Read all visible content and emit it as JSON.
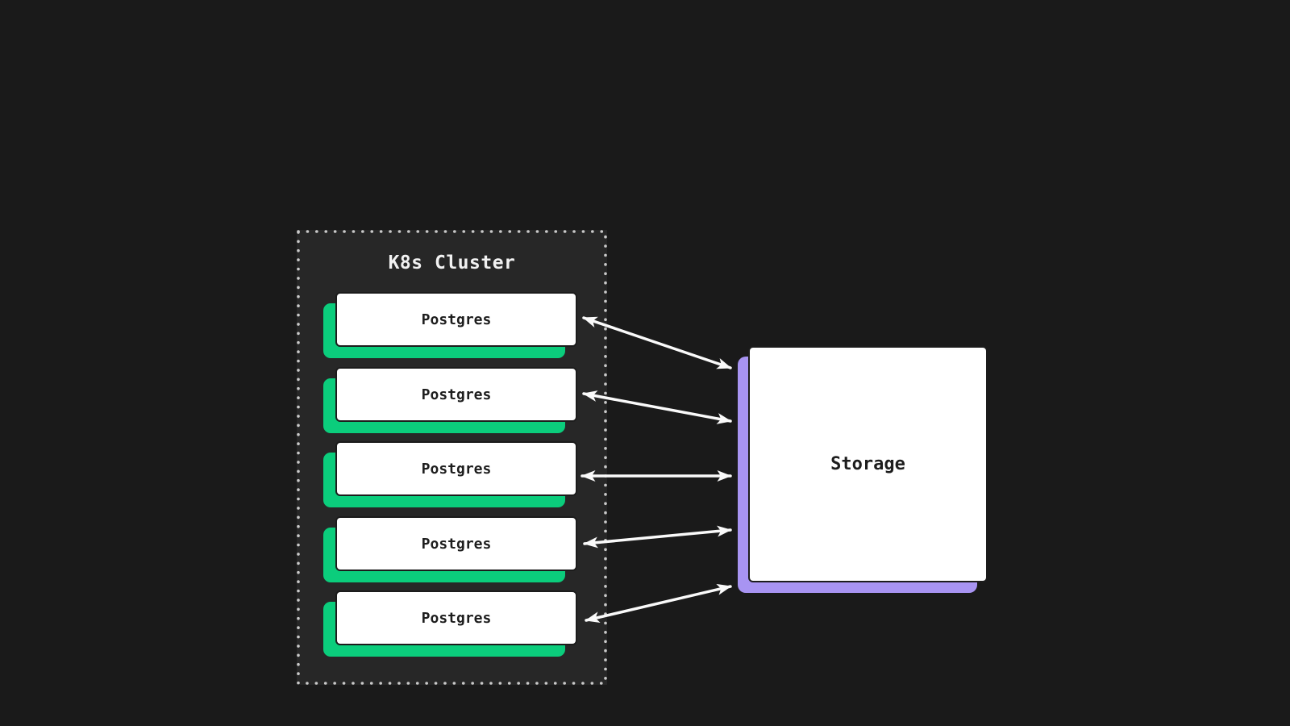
{
  "diagram": {
    "cluster": {
      "title": "K8s Cluster",
      "nodes": [
        {
          "id": "postgres-1",
          "label": "Postgres"
        },
        {
          "id": "postgres-2",
          "label": "Postgres"
        },
        {
          "id": "postgres-3",
          "label": "Postgres"
        },
        {
          "id": "postgres-4",
          "label": "Postgres"
        },
        {
          "id": "postgres-5",
          "label": "Postgres"
        }
      ]
    },
    "storage": {
      "id": "storage",
      "label": "Storage"
    },
    "edges": [
      {
        "from": "postgres-1",
        "to": "storage",
        "bidirectional": true
      },
      {
        "from": "postgres-2",
        "to": "storage",
        "bidirectional": true
      },
      {
        "from": "postgres-3",
        "to": "storage",
        "bidirectional": true
      },
      {
        "from": "postgres-4",
        "to": "storage",
        "bidirectional": true
      },
      {
        "from": "postgres-5",
        "to": "storage",
        "bidirectional": true
      }
    ],
    "colors": {
      "background": "#1a1a1a",
      "cluster_fill": "#272727",
      "cluster_border_dots": "#c9c9c9",
      "node_fill": "#ffffff",
      "node_border": "#1c1c1c",
      "node_shadow_green": "#0bcd7c",
      "storage_shadow_purple": "#a894f2",
      "arrow": "#fafafa",
      "label_dark": "#1d1d1d",
      "title_light": "#f2f2f2"
    }
  }
}
